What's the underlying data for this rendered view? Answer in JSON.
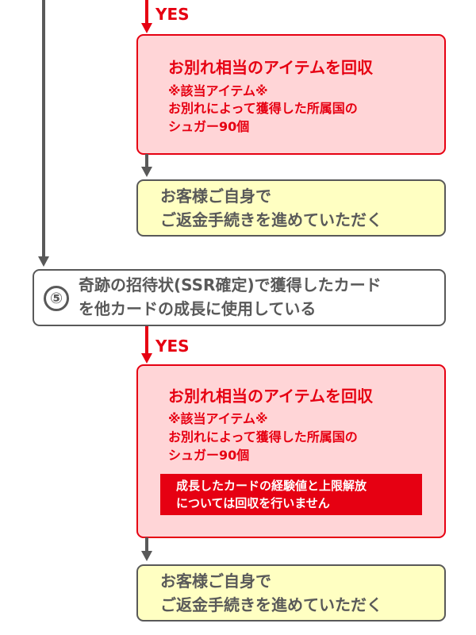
{
  "flow": {
    "first_branch": {
      "yes_label": "YES",
      "recovery_box": {
        "title": "お別れ相当のアイテムを回収",
        "note_lines": [
          "※該当アイテム※",
          "お別れによって獲得した所属国の",
          "シュガー90個"
        ]
      },
      "refund_box": {
        "lines": [
          "お客様ご自身で",
          "ご返金手続きを進めていただく"
        ]
      }
    },
    "question_5": {
      "number": "⑤",
      "lines": [
        "奇跡の招待状(SSR確定)で獲得したカード",
        "を他カードの成長に使用している"
      ]
    },
    "second_branch": {
      "yes_label": "YES",
      "recovery_box": {
        "title": "お別れ相当のアイテムを回収",
        "note_lines": [
          "※該当アイテム※",
          "お別れによって獲得した所属国の",
          "シュガー90個"
        ],
        "banner_lines": [
          "成長したカードの経験値と上限解放",
          "については回収を行いません"
        ]
      },
      "refund_box": {
        "lines": [
          "お客様ご自身で",
          "ご返金手続きを進めていただく"
        ]
      }
    }
  },
  "colors": {
    "red": "#e60012",
    "pink_fill": "#ffd5d7",
    "yellow_fill": "#ffffc2",
    "gray": "#595959"
  }
}
